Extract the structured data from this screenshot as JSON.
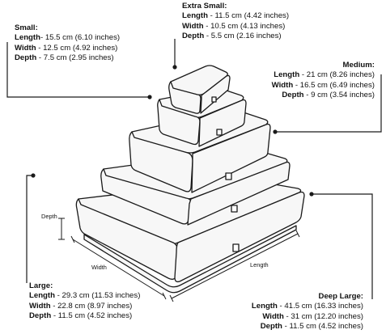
{
  "boxes": {
    "extra_small": {
      "title": "Extra Small:",
      "rows": [
        {
          "label": "Length",
          "value": " - 11.5 cm (4.42 inches)"
        },
        {
          "label": "Width",
          "value": " - 10.5 cm (4.13 inches)"
        },
        {
          "label": "Depth",
          "value": " - 5.5 cm (2.16 inches)"
        }
      ]
    },
    "small": {
      "title": "Small:",
      "rows": [
        {
          "label": "Length",
          "value": "- 15.5 cm (6.10 inches)"
        },
        {
          "label": "Width",
          "value": " - 12.5 cm (4.92 inches)"
        },
        {
          "label": "Depth",
          "value": " - 7.5 cm (2.95 inches)"
        }
      ]
    },
    "medium": {
      "title": "Medium:",
      "rows": [
        {
          "label": "Length",
          "value": " - 21 cm (8.26 inches)"
        },
        {
          "label": "Width",
          "value": " - 16.5 cm (6.49 inches)"
        },
        {
          "label": "Depth",
          "value": " - 9 cm (3.54 inches)"
        }
      ]
    },
    "large": {
      "title": "Large:",
      "rows": [
        {
          "label": "Length",
          "value": " - 29.3 cm (11.53 inches)"
        },
        {
          "label": "Width",
          "value": " - 22.8 cm (8.97 inches)"
        },
        {
          "label": "Depth",
          "value": " - 11.5 cm (4.52 inches)"
        }
      ]
    },
    "deep_large": {
      "title": "Deep Large:",
      "rows": [
        {
          "label": "Length",
          "value": " - 41.5 cm (16.33 inches)"
        },
        {
          "label": "Width",
          "value": " - 31 cm (12.20 inches)"
        },
        {
          "label": "Depth",
          "value": " - 11.5 cm (4.52 inches)"
        }
      ]
    }
  },
  "dimension_labels": {
    "depth": "Depth",
    "width": "Width",
    "length": "Length"
  },
  "colors": {
    "outline": "#1a1a1a",
    "face_fill": "#f7f7f7",
    "leader": "#1a1a1a"
  }
}
